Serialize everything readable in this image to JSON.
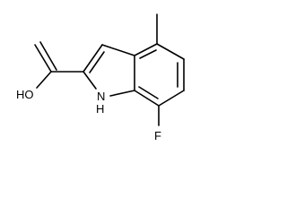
{
  "molecule": {
    "labels": {
      "hydroxyl": "HO",
      "amine": "H",
      "nitrogen": "N",
      "fluorine": "F"
    },
    "colors": {
      "ink": "#000000",
      "background": "#ffffff"
    }
  }
}
